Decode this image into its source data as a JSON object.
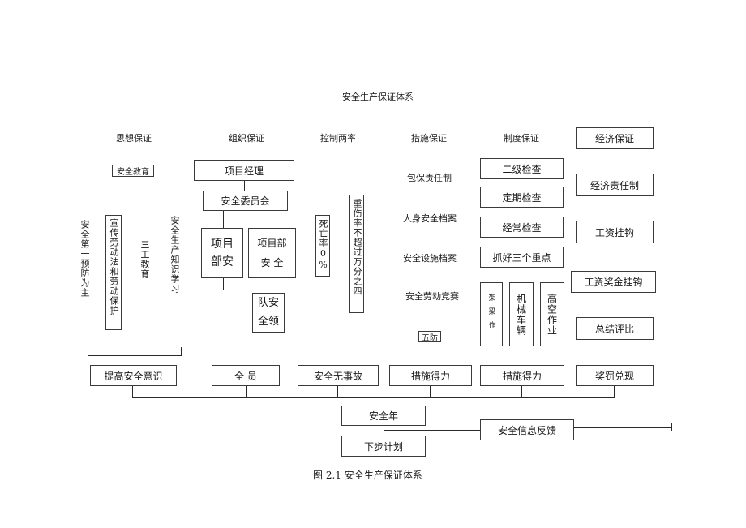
{
  "title": "安全生产保证体系",
  "caption": "图 2.1 安全生产保证体系",
  "columns": {
    "thought": {
      "header": "思想保证",
      "education_box": "安全教育",
      "motto": "安全第一预防为主",
      "publicity": "宣传劳动法和劳动保护",
      "three_level": "三工教育",
      "knowledge": "安全生产知识学习",
      "result": "提高安全意识"
    },
    "organization": {
      "header": "组织保证",
      "manager": "项目经理",
      "committee": "安全委员会",
      "dept1": "项目部安",
      "dept2_line1": "项目部",
      "dept2_line2": "安 全",
      "team_line1": "队安",
      "team_line2": "全领",
      "result": "全 员"
    },
    "control": {
      "header": "控制两率",
      "death_rate": "死亡率0%",
      "injury_rate": "重伤率不超过万分之四",
      "result": "安全无事故"
    },
    "measures": {
      "header": "措施保证",
      "items": [
        "包保责任制",
        "人身安全档案",
        "安全设施档案",
        "安全劳动竞赛"
      ],
      "five_prevention": "五防",
      "result": "措施得力"
    },
    "system": {
      "header": "制度保证",
      "checks": [
        "二级检查",
        "定期检查",
        "经常检查",
        "抓好三个重点"
      ],
      "focus": [
        "架梁作",
        "机械车辆",
        "高空作业"
      ],
      "result": "措施得力"
    },
    "economic": {
      "header": "经济保证",
      "items": [
        "经济责任制",
        "工资挂钩",
        "工资奖金挂钩",
        "总结评比"
      ],
      "result": "奖罚兑现"
    }
  },
  "bottom": {
    "safety_year": "安全年",
    "feedback": "安全信息反馈",
    "next_plan": "下步计划"
  }
}
